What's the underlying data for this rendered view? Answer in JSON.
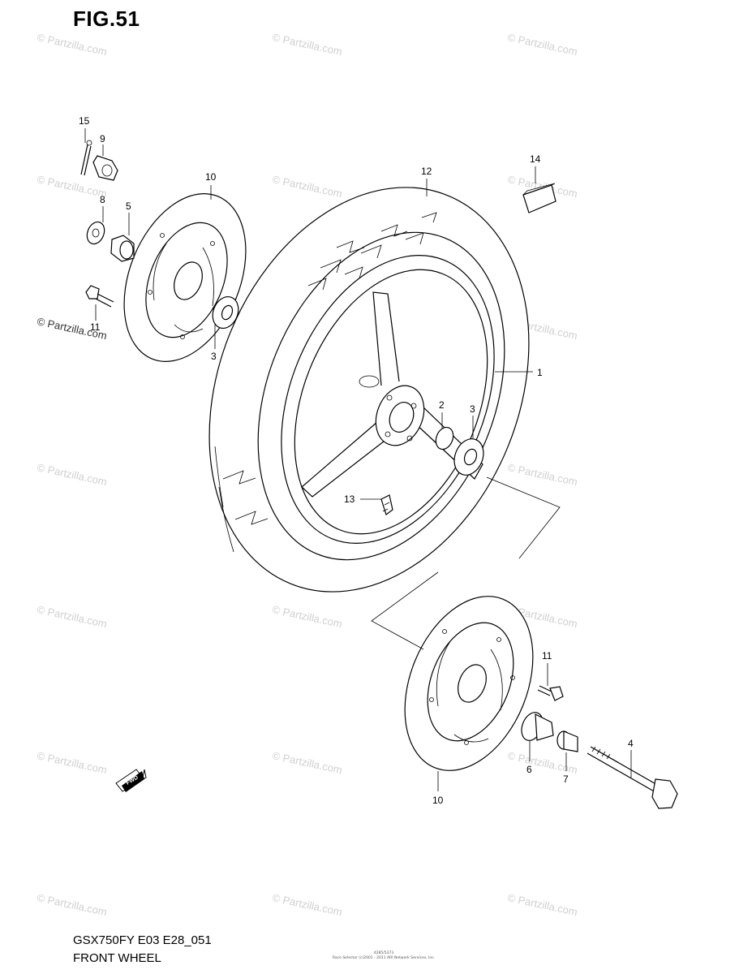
{
  "figure": {
    "title": "FIG.51",
    "model_code": "GSX750FY E03 E28_051",
    "section_name": "FRONT WHEEL",
    "fine_print_ref": "4285/5373",
    "fine_print_credit": "Race Selector (c)2001 - 2011 ARI Network Services, Inc."
  },
  "watermark": {
    "text": "© Partzilla.com",
    "color": "#d0d0d0"
  },
  "fwd_label": "FWD",
  "callouts": [
    {
      "id": "c15a",
      "num": "15"
    },
    {
      "id": "c9",
      "num": "9"
    },
    {
      "id": "c10a",
      "num": "10"
    },
    {
      "id": "c12",
      "num": "12"
    },
    {
      "id": "c14",
      "num": "14"
    },
    {
      "id": "c8",
      "num": "8"
    },
    {
      "id": "c5",
      "num": "5"
    },
    {
      "id": "c11a",
      "num": "11"
    },
    {
      "id": "c3a",
      "num": "3"
    },
    {
      "id": "c1",
      "num": "1"
    },
    {
      "id": "c2",
      "num": "2"
    },
    {
      "id": "c3b",
      "num": "3"
    },
    {
      "id": "c13",
      "num": "13"
    },
    {
      "id": "c11b",
      "num": "11"
    },
    {
      "id": "c4",
      "num": "4"
    },
    {
      "id": "c6",
      "num": "6"
    },
    {
      "id": "c7",
      "num": "7"
    },
    {
      "id": "c10b",
      "num": "10"
    }
  ]
}
